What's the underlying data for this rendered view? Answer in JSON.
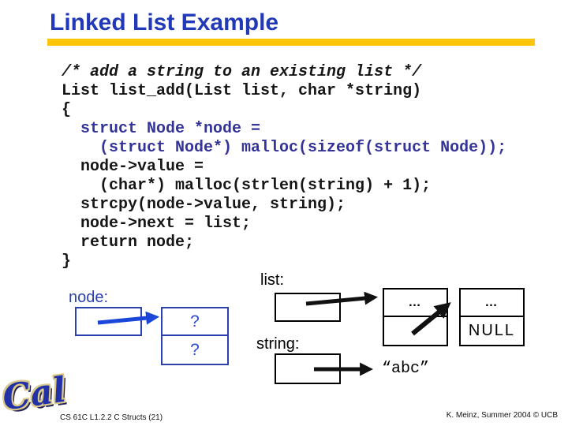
{
  "title": "Linked List Example",
  "colors": {
    "title-blue": "#2139b8",
    "gold": "#fcc508",
    "ink": "#161616",
    "code-blue": "#333399",
    "diagram-blue": "#2b41b0",
    "qmark-blue": "#2c49cc",
    "arrow-blue": "#1a46d9",
    "logo-blue": "#2231a8"
  },
  "code": {
    "lines": [
      "/* add a string to an existing list */",
      "List list_add(List list, char *string)",
      "{",
      "  struct Node *node =",
      "    (struct Node*) malloc(sizeof(struct Node));",
      "  node->value =",
      "    (char*) malloc(strlen(string) + 1);",
      "  strcpy(node->value, string);",
      "  node->next = list;",
      "  return node;",
      "}"
    ]
  },
  "diagram": {
    "node_label": "node:",
    "list_label": "list:",
    "string_label": "string:",
    "question_mark": "?",
    "ellipsis": "…",
    "null_label": "NULL",
    "string_value": "“abc”"
  },
  "footer": {
    "left": "CS 61C L1.2.2 C Structs (21)",
    "right": "K. Meinz, Summer 2004 © UCB"
  },
  "logo": {
    "text": "Cal"
  }
}
